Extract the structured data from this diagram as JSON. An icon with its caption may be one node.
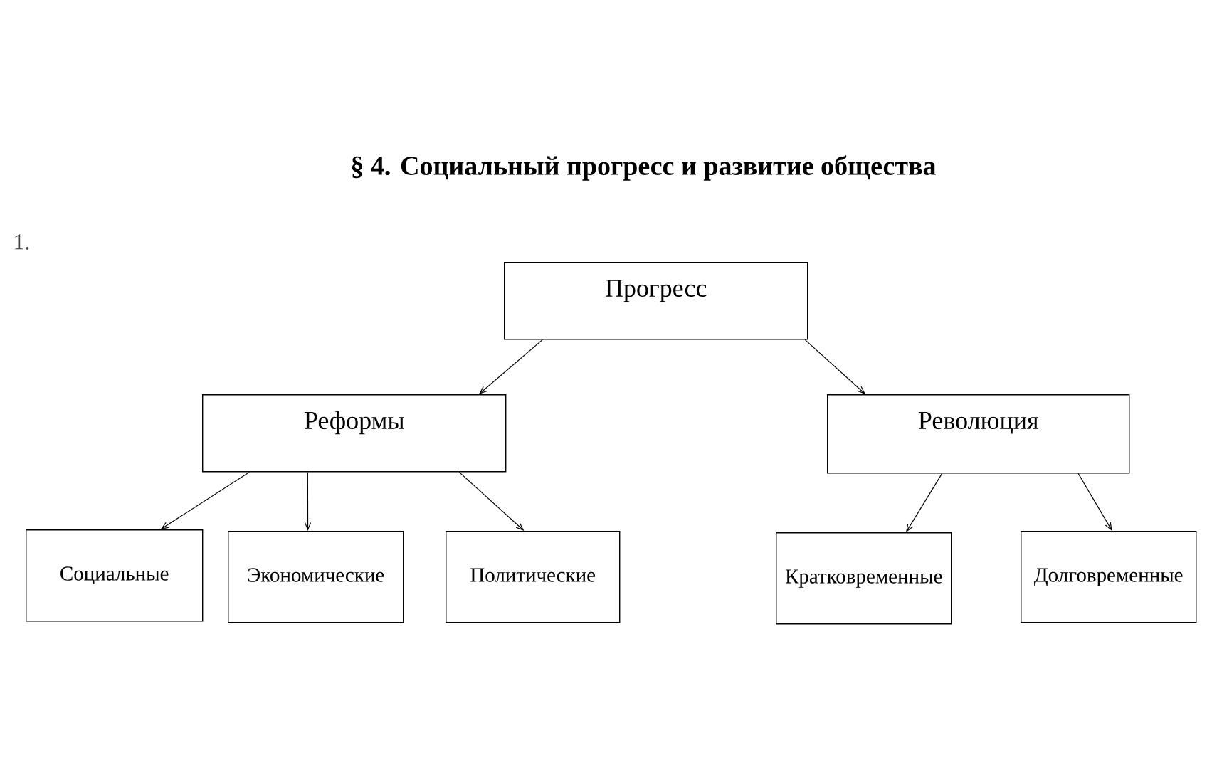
{
  "diagram": {
    "title": "§ 4. Социальный прогресс и развитие общества",
    "nodes": [
      {
        "text": [
          "Прогресс"
        ]
      },
      {
        "text": [
          "Реформы"
        ]
      },
      {
        "text": [
          "Революция"
        ]
      },
      {
        "text": [
          "Социальные"
        ]
      },
      {
        "text": [
          "Экономические"
        ]
      },
      {
        "text": [
          "Политические"
        ]
      },
      {
        "text": [
          "Кратковременные"
        ]
      },
      {
        "text": [
          "Долговременные"
        ]
      }
    ],
    "edges": [
      {
        "from": 0,
        "to": 1,
        "arrow": "to"
      },
      {
        "from": 0,
        "to": 2,
        "arrow": "to"
      },
      {
        "from": 1,
        "to": 3,
        "arrow": "to"
      },
      {
        "from": 1,
        "to": 4,
        "arrow": "to"
      },
      {
        "from": 1,
        "to": 5,
        "arrow": "to"
      },
      {
        "from": 2,
        "to": 6,
        "arrow": "to"
      },
      {
        "from": 2,
        "to": 7,
        "arrow": "to"
      }
    ],
    "labels": [
      "1."
    ]
  }
}
